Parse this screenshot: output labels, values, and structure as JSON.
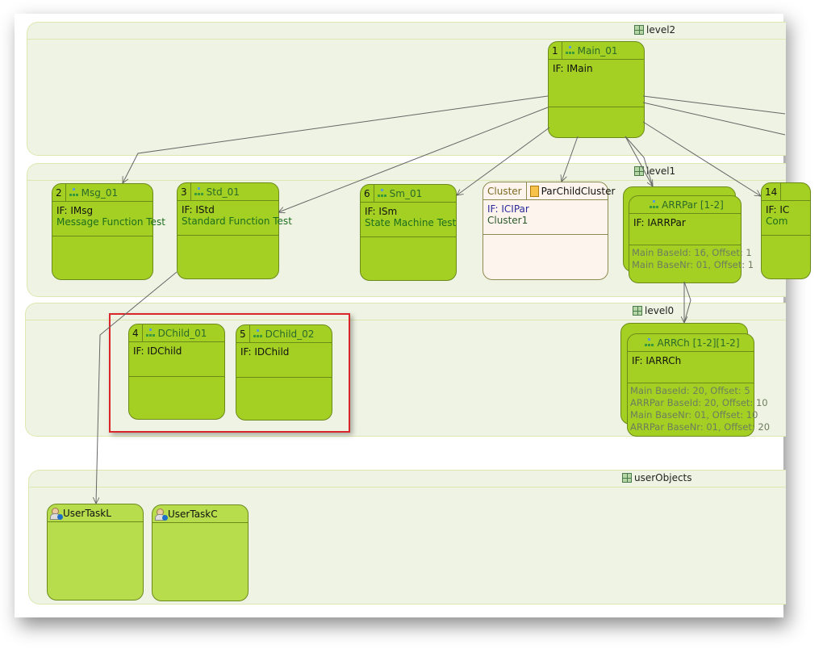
{
  "lanes": {
    "level2": "level2",
    "level1": "level1",
    "level0": "level0",
    "userObjects": "userObjects"
  },
  "nodes": {
    "main": {
      "num": "1",
      "title": "Main_01",
      "if": "IF:  IMain"
    },
    "msg": {
      "num": "2",
      "title": "Msg_01",
      "if": "IF:  IMsg",
      "desc": "Message Function Test"
    },
    "std": {
      "num": "3",
      "title": "Std_01",
      "if": "IF:  IStd",
      "desc": "Standard Function Test"
    },
    "sm": {
      "num": "6",
      "title": "Sm_01",
      "if": "IF:  ISm",
      "desc": "State Machine Test"
    },
    "cluster": {
      "kind": "Cluster",
      "title": "ParChildCluster",
      "if": "IF:  ICIPar",
      "desc": "Cluster1"
    },
    "arrpar": {
      "title": "ARRPar [1-2]",
      "if": "IF:  IARRPar",
      "attrs": [
        "Main BaseId: 16, Offset: 1",
        "Main BaseNr: 01, Offset: 1"
      ]
    },
    "n14": {
      "num": "14",
      "if": "IF:  IC",
      "desc": "Com"
    },
    "dchild1": {
      "num": "4",
      "title": "DChild_01",
      "if": "IF:  IDChild"
    },
    "dchild2": {
      "num": "5",
      "title": "DChild_02",
      "if": "IF:  IDChild"
    },
    "arrch": {
      "title": "ARRCh [1-2][1-2]",
      "if": "IF:  IARRCh",
      "attrs": [
        "Main BaseId: 20, Offset: 5",
        "ARRPar BaseId: 20, Offset: 10",
        "Main BaseNr: 01, Offset: 10",
        "ARRPar BaseNr: 01, Offset: 20"
      ]
    },
    "usertaskl": {
      "title": "UserTaskL"
    },
    "usertaskc": {
      "title": "UserTaskC"
    }
  },
  "colors": {
    "node_fill": "#a4d023",
    "lane_fill": "#eff3e3",
    "cluster_fill": "#fdf4ee",
    "selection": "#d9262a"
  }
}
